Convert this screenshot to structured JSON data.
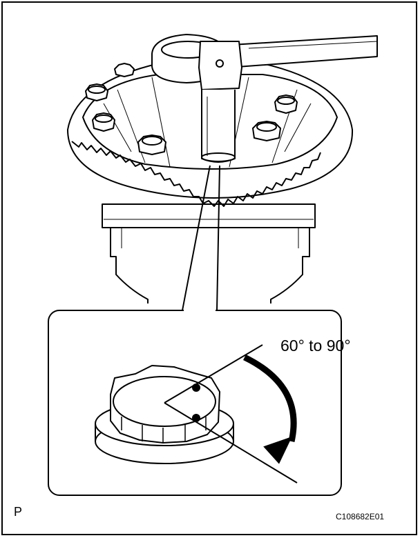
{
  "figure": {
    "angle_label": "60°  to 90°",
    "view_code": "P",
    "figure_id": "C108682E01"
  },
  "colors": {
    "line": "#000000",
    "background": "#ffffff"
  },
  "icons": {
    "rotation_arrow": "rotation-arrow-icon"
  }
}
